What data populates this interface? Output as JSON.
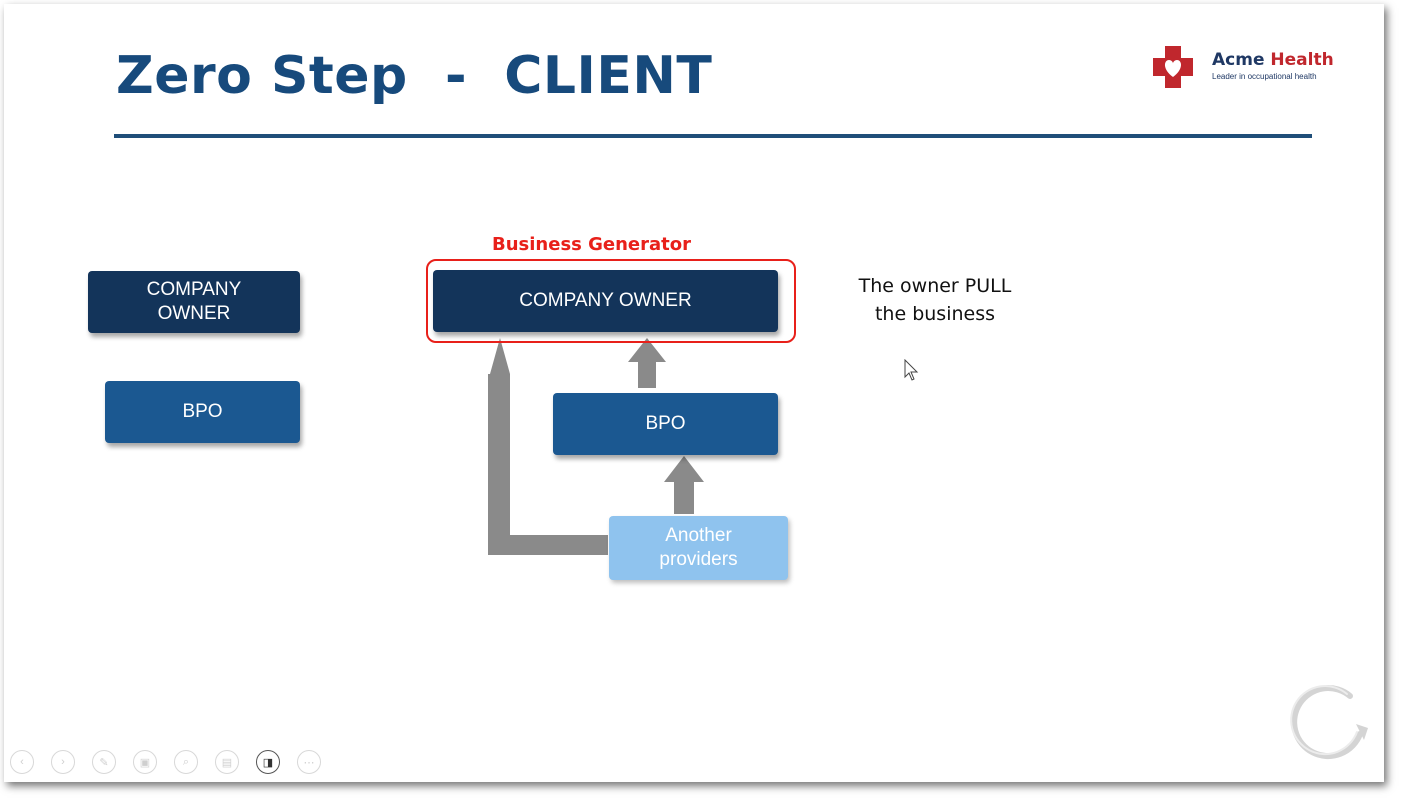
{
  "slide": {
    "title": "Zero Step  -  CLIENT"
  },
  "logo": {
    "name_part1": "Acme ",
    "name_part2": "Health",
    "tagline": "Leader in occupational health",
    "icon": "medical-cross-heart-icon",
    "colors": {
      "primary": "#c0272d",
      "text": "#1f3864"
    }
  },
  "left_diagram": {
    "company_owner": "COMPANY OWNER",
    "bpo": "BPO"
  },
  "right_diagram": {
    "highlight_label": "Business Generator",
    "company_owner": "COMPANY OWNER",
    "bpo": "BPO",
    "another_providers": "Another providers"
  },
  "note": {
    "text": "The owner PULL the business"
  },
  "toolbar": {
    "buttons": [
      {
        "name": "previous-icon",
        "glyph": "‹"
      },
      {
        "name": "next-icon",
        "glyph": "›"
      },
      {
        "name": "pen-icon",
        "glyph": "✎"
      },
      {
        "name": "slides-icon",
        "glyph": "▣"
      },
      {
        "name": "zoom-icon",
        "glyph": "⌕"
      },
      {
        "name": "subtitles-icon",
        "glyph": "▤"
      },
      {
        "name": "camera-icon",
        "glyph": "◨",
        "active": true
      },
      {
        "name": "more-icon",
        "glyph": "⋯"
      }
    ]
  },
  "colors": {
    "title": "#174a7c",
    "dark_box": "#13345a",
    "mid_box": "#1b5891",
    "light_box": "#8fc3ee",
    "highlight": "#e8201a",
    "arrow": "#8a8a8a"
  }
}
